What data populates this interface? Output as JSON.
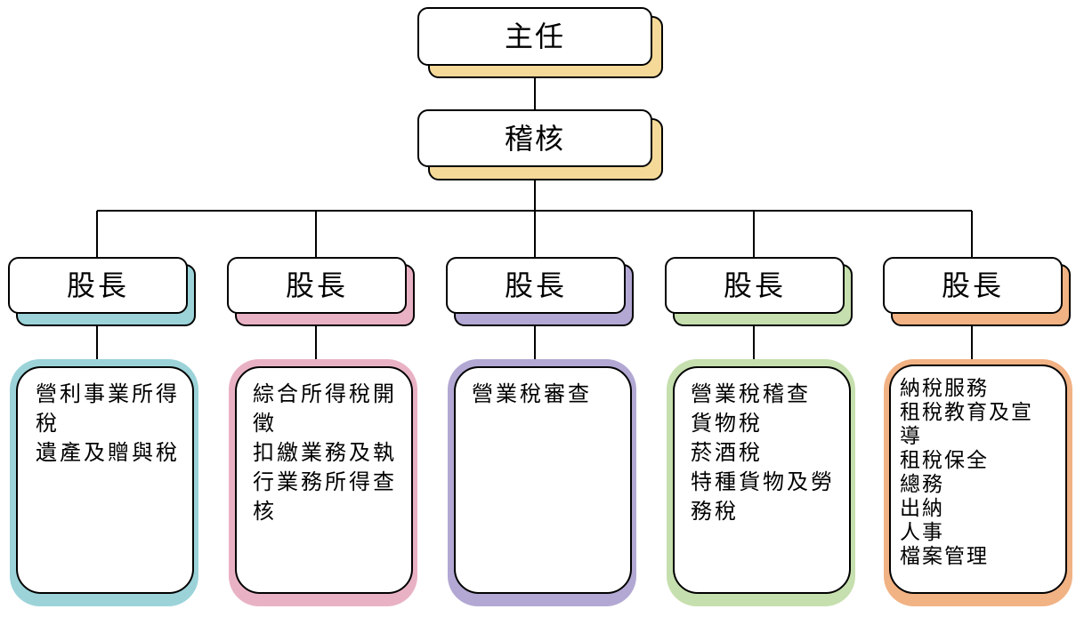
{
  "org_chart": {
    "director": {
      "label": "主任"
    },
    "auditor": {
      "label": "稽核"
    },
    "sections": [
      {
        "chief_label": "股長",
        "accent": "#9bd3d9",
        "duties": [
          "營利事業所得",
          "稅",
          "遺產及贈與稅"
        ]
      },
      {
        "chief_label": "股長",
        "accent": "#e9b2c4",
        "duties": [
          "綜合所得稅開",
          "徵",
          "扣繳業務及執",
          "行業務所得查",
          "核"
        ]
      },
      {
        "chief_label": "股長",
        "accent": "#b3a8d3",
        "duties": [
          "營業稅審查"
        ]
      },
      {
        "chief_label": "股長",
        "accent": "#c6dfae",
        "duties": [
          "營業稅稽查",
          "貨物稅",
          "菸酒稅",
          "特種貨物及勞",
          "務稅"
        ]
      },
      {
        "chief_label": "股長",
        "accent": "#f1b284",
        "duties": [
          "納稅服務",
          "租稅教育及宣",
          "導",
          "租稅保全",
          "總務",
          "出納",
          "人事",
          "檔案管理"
        ]
      }
    ],
    "colors": {
      "top_shadow": "#f5d998",
      "line": "#000000"
    }
  }
}
